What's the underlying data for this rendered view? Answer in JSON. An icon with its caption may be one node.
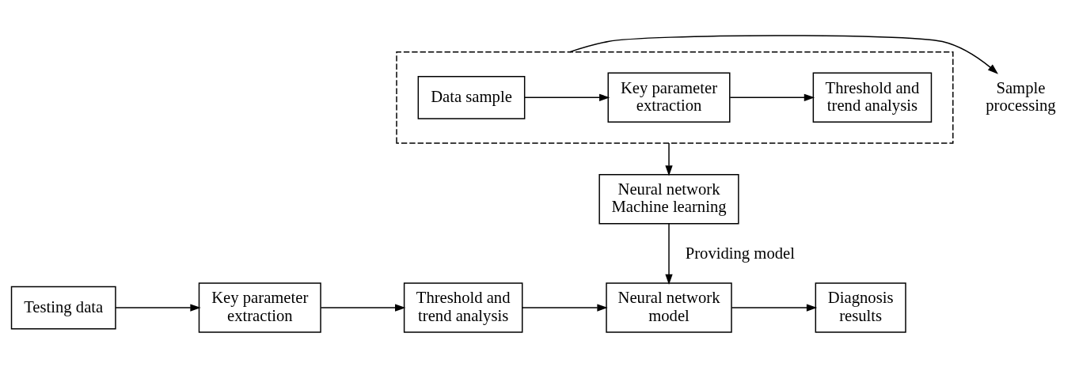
{
  "diagram": {
    "nodes": [
      {
        "text": [],
        "shape": "box"
      },
      {
        "text": [
          "Data sample"
        ],
        "in": 0
      },
      {
        "text": [
          "Key parameter extraction"
        ],
        "in": 0
      },
      {
        "text": [
          "Threshold and trend analysis"
        ],
        "in": 0
      },
      {
        "text": [
          "Sample processing"
        ]
      },
      {
        "text": [
          "Neural network Machine learning"
        ]
      },
      {
        "text": [
          "Testing data"
        ]
      },
      {
        "text": [
          "Key parameter extraction"
        ]
      },
      {
        "text": [
          "Threshold and trend analysis"
        ]
      },
      {
        "text": [
          "Neural network model"
        ]
      },
      {
        "text": [
          "Diagnosis results"
        ]
      }
    ],
    "edges": [
      {
        "from": 1,
        "to": 2,
        "arrow": "to"
      },
      {
        "from": 2,
        "to": 3,
        "arrow": "to"
      },
      {
        "from": 0,
        "to": 4,
        "arrow": "to"
      },
      {
        "from": 0,
        "to": 5,
        "arrow": "to"
      },
      {
        "from": 5,
        "to": 9,
        "arrow": "to",
        "label": "Providing model"
      },
      {
        "from": 6,
        "to": 7,
        "arrow": "to"
      },
      {
        "from": 7,
        "to": 8,
        "arrow": "to"
      },
      {
        "from": 8,
        "to": 9,
        "arrow": "to"
      },
      {
        "from": 9,
        "to": 10,
        "arrow": "to"
      }
    ]
  }
}
